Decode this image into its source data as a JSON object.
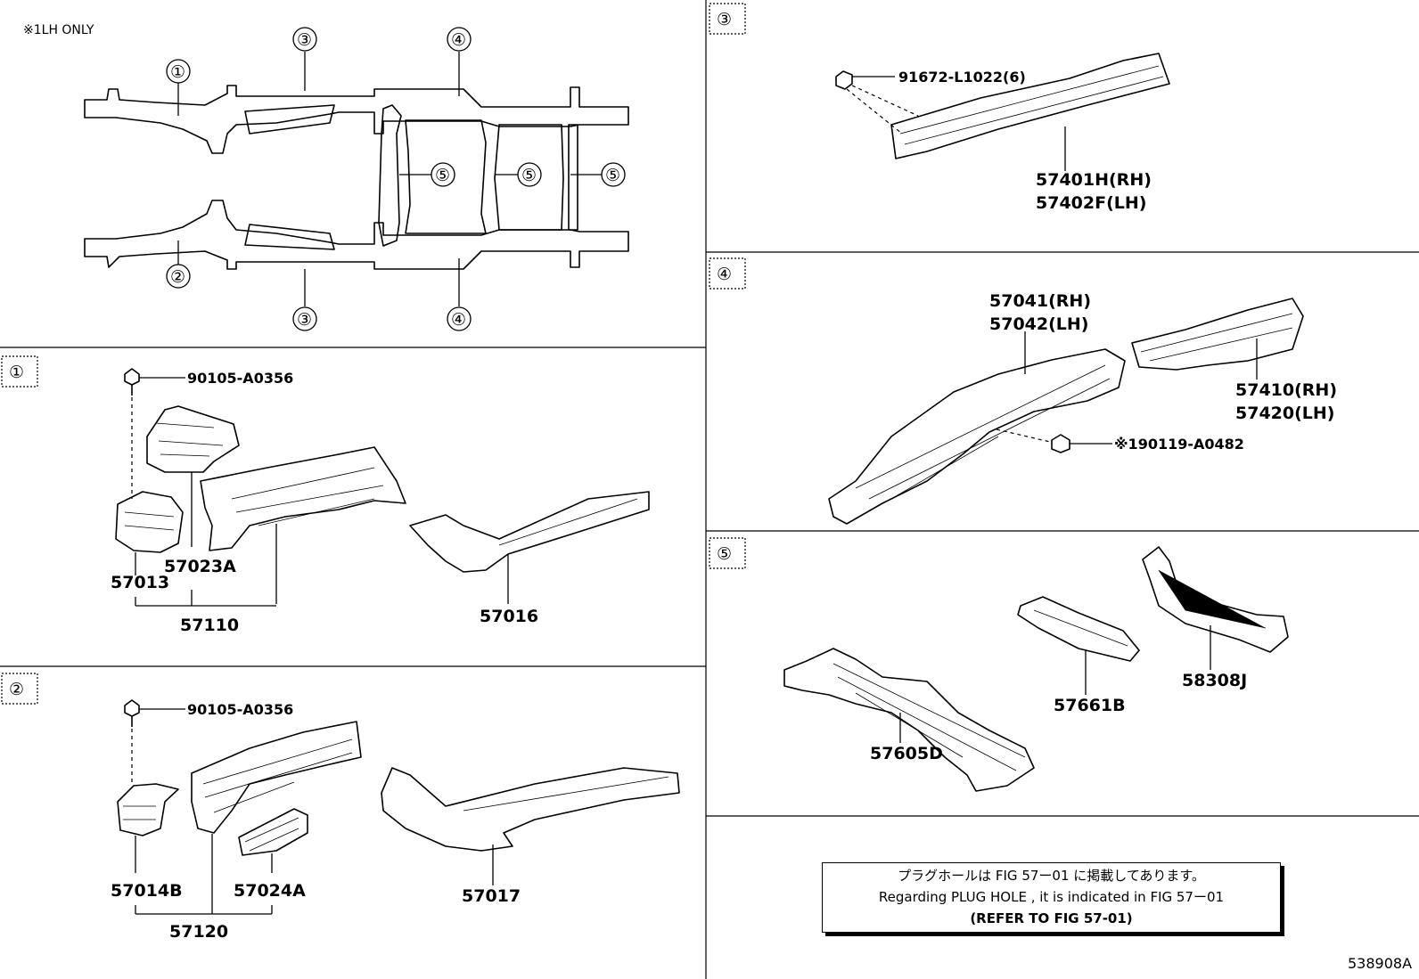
{
  "top_note": "※1LH ONLY",
  "illustration_number": "538908A",
  "overview": {
    "markers": [
      "①",
      "②",
      "③",
      "③",
      "④",
      "④",
      "⑤",
      "⑤",
      "⑤"
    ]
  },
  "sections": [
    {
      "id": "①",
      "parts": [
        "90105-A0356",
        "57023A",
        "57013",
        "57110",
        "57016"
      ]
    },
    {
      "id": "②",
      "parts": [
        "90105-A0356",
        "57014B",
        "57024A",
        "57120",
        "57017"
      ]
    },
    {
      "id": "③",
      "parts": [
        "91672-L1022(6)",
        "57401H(RH)",
        "57402F(LH)"
      ]
    },
    {
      "id": "④",
      "parts": [
        "57041(RH)",
        "57042(LH)",
        "57410(RH)",
        "57420(LH)",
        "※190119-A0482"
      ]
    },
    {
      "id": "⑤",
      "parts": [
        "57661B",
        "58308J",
        "57605D"
      ]
    }
  ],
  "note": {
    "line1": "プラグホールは FIG 57ー01 に掲載してあります。",
    "line2": "Regarding PLUG HOLE , it is indicated in FIG 57ー01",
    "line3": "(REFER TO FIG 57-01)"
  }
}
